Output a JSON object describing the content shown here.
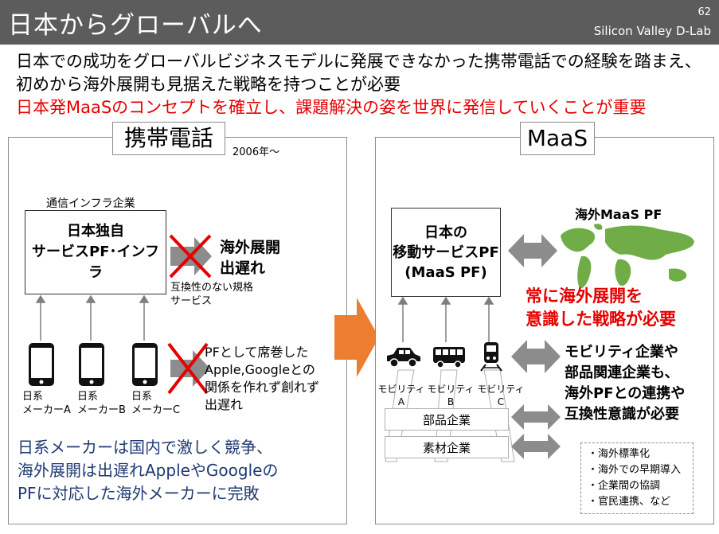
{
  "header": {
    "title": "日本からグローバルへ",
    "slide_number": "62",
    "brand": "Silicon Valley D-Lab"
  },
  "intro": {
    "line1": "日本での成功をグローバルビジネスモデルに発展できなかった携帯電話での経験を踏まえ、",
    "line2": "初めから海外展開も見据えた戦略を持つことが必要",
    "line3": "日本発MaaSのコンセプトを確立し、課題解決の姿を世界に発信していくことが重要"
  },
  "left": {
    "label": "携帯電話",
    "year": "2006年～",
    "infra_label": "通信インフラ企業",
    "box_line1": "日本独自",
    "box_line2": "サービスPF･インフラ",
    "result1_line1": "海外展開",
    "result1_line2": "出遅れ",
    "compat_line1": "互換性のない規格",
    "compat_line2": "サービス",
    "phones": [
      {
        "line1": "日系",
        "line2": "メーカーA"
      },
      {
        "line1": "日系",
        "line2": "メーカーB"
      },
      {
        "line1": "日系",
        "line2": "メーカーC"
      }
    ],
    "result2_lines": [
      "PFとして席巻した",
      "Apple,Googleとの",
      "関係を作れず創れず",
      "出遅れ"
    ],
    "summary_lines": [
      "日系メーカーは国内で激しく競争、",
      "海外展開は出遅れAppleやGoogleの",
      "PFに対応した海外メーカーに完敗"
    ]
  },
  "right": {
    "label": "MaaS",
    "box_line1": "日本の",
    "box_line2": "移動サービスPF",
    "box_line3": "(MaaS PF)",
    "overseas_label": "海外MaaS PF",
    "red_line1": "常に海外展開を",
    "red_line2": "意識した戦略が必要",
    "mobility": [
      "モビリティA",
      "モビリティB",
      "モビリティC"
    ],
    "bands": [
      "部品企業",
      "素材企業"
    ],
    "bold_lines": [
      "モビリティ企業や",
      "部品関連企業も、",
      "海外PFとの連携や",
      "互換性意識が必要"
    ],
    "bullets": [
      "・海外標準化",
      "・海外での早期導入",
      "・企業間の協調",
      "・官民連携、など"
    ]
  },
  "colors": {
    "header_bg": "#5c5c5c",
    "accent_red": "#e60000",
    "arrow_orange": "#ed7d31",
    "arrow_gray": "#8c8c8c",
    "map_green": "#70ad47",
    "summary_blue": "#1f3a73"
  }
}
